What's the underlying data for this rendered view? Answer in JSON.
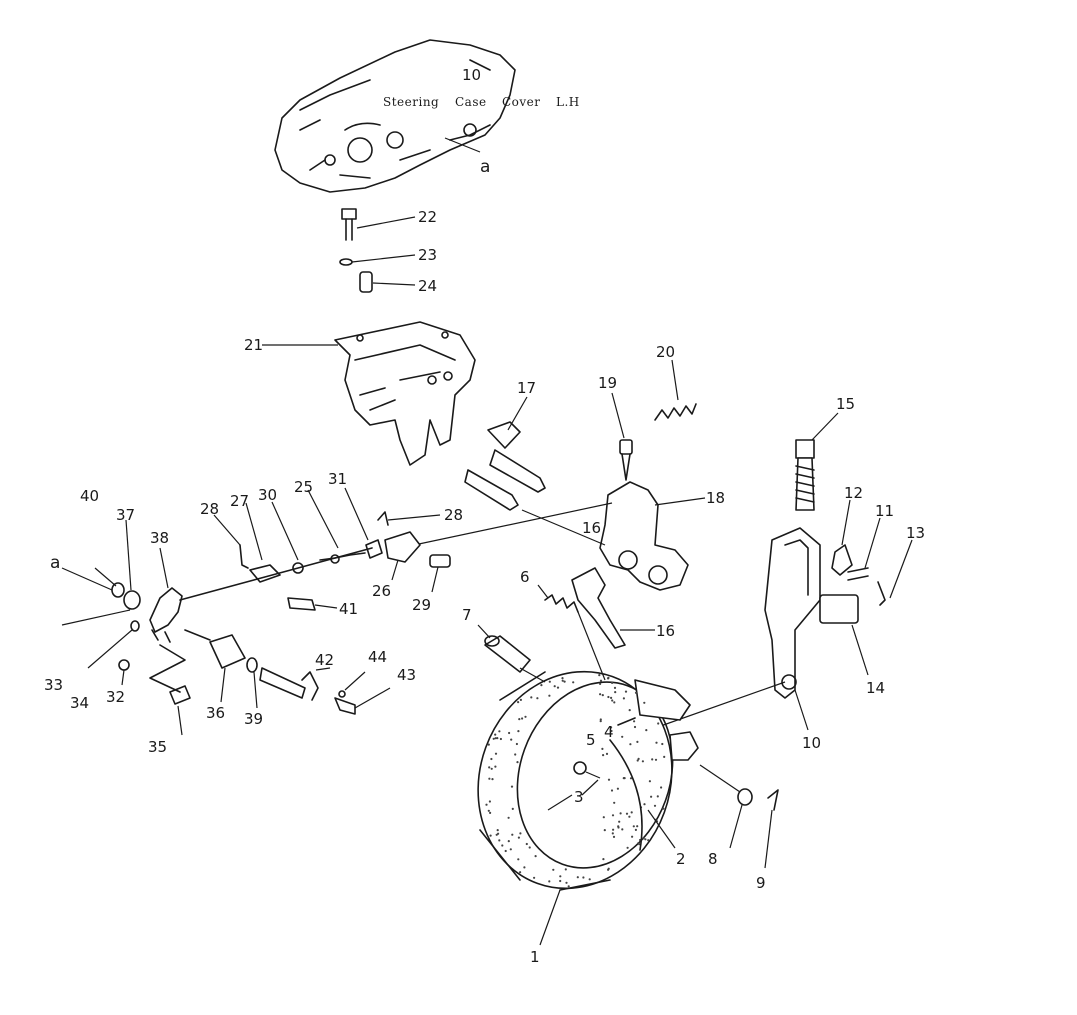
{
  "title_label": {
    "words": [
      "Steering",
      "Case",
      "Cover",
      "L.H"
    ]
  },
  "ref_mark": "a",
  "cover_number": "10",
  "callouts": [
    {
      "id": "1",
      "text": "1"
    },
    {
      "id": "2",
      "text": "2"
    },
    {
      "id": "3",
      "text": "3"
    },
    {
      "id": "4",
      "text": "4"
    },
    {
      "id": "5",
      "text": "5"
    },
    {
      "id": "6",
      "text": "6"
    },
    {
      "id": "7",
      "text": "7"
    },
    {
      "id": "8",
      "text": "8"
    },
    {
      "id": "9",
      "text": "9"
    },
    {
      "id": "10",
      "text": "10"
    },
    {
      "id": "11",
      "text": "11"
    },
    {
      "id": "12",
      "text": "12"
    },
    {
      "id": "13",
      "text": "13"
    },
    {
      "id": "14",
      "text": "14"
    },
    {
      "id": "15",
      "text": "15"
    },
    {
      "id": "16a",
      "text": "16"
    },
    {
      "id": "16b",
      "text": "16"
    },
    {
      "id": "17",
      "text": "17"
    },
    {
      "id": "18",
      "text": "18"
    },
    {
      "id": "19",
      "text": "19"
    },
    {
      "id": "20",
      "text": "20"
    },
    {
      "id": "21",
      "text": "21"
    },
    {
      "id": "22",
      "text": "22"
    },
    {
      "id": "23",
      "text": "23"
    },
    {
      "id": "24",
      "text": "24"
    },
    {
      "id": "25",
      "text": "25"
    },
    {
      "id": "26",
      "text": "26"
    },
    {
      "id": "27",
      "text": "27"
    },
    {
      "id": "28a",
      "text": "28"
    },
    {
      "id": "28b",
      "text": "28"
    },
    {
      "id": "29",
      "text": "29"
    },
    {
      "id": "30",
      "text": "30"
    },
    {
      "id": "31",
      "text": "31"
    },
    {
      "id": "32",
      "text": "32"
    },
    {
      "id": "33",
      "text": "33"
    },
    {
      "id": "34",
      "text": "34"
    },
    {
      "id": "35",
      "text": "35"
    },
    {
      "id": "36",
      "text": "36"
    },
    {
      "id": "37",
      "text": "37"
    },
    {
      "id": "38",
      "text": "38"
    },
    {
      "id": "39",
      "text": "39"
    },
    {
      "id": "40",
      "text": "40"
    },
    {
      "id": "41",
      "text": "41"
    },
    {
      "id": "42",
      "text": "42"
    },
    {
      "id": "43",
      "text": "43"
    },
    {
      "id": "44",
      "text": "44"
    }
  ]
}
